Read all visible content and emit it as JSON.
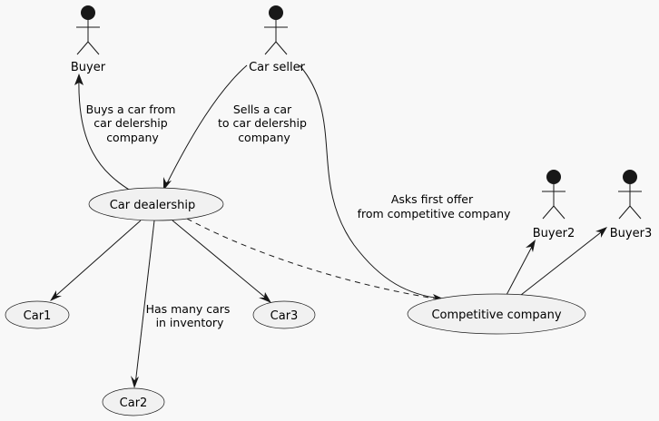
{
  "actors": {
    "buyer": "Buyer",
    "car_seller": "Car seller",
    "buyer2": "Buyer2",
    "buyer3": "Buyer3"
  },
  "usecases": {
    "car_dealership": "Car dealership",
    "competitive_company": "Competitive company",
    "car1": "Car1",
    "car2": "Car2",
    "car3": "Car3"
  },
  "edges": {
    "buys": [
      "Buys a car from",
      "car delership",
      "company"
    ],
    "sells": [
      "Sells a car",
      "to car delership",
      "company"
    ],
    "asks": [
      "Asks first offer",
      "from competitive company"
    ],
    "has_many": [
      "Has many cars",
      "in inventory"
    ]
  },
  "colors": {
    "background": "#f8f8f8",
    "usecase_fill": "#f1f1f1",
    "line": "#181818"
  }
}
